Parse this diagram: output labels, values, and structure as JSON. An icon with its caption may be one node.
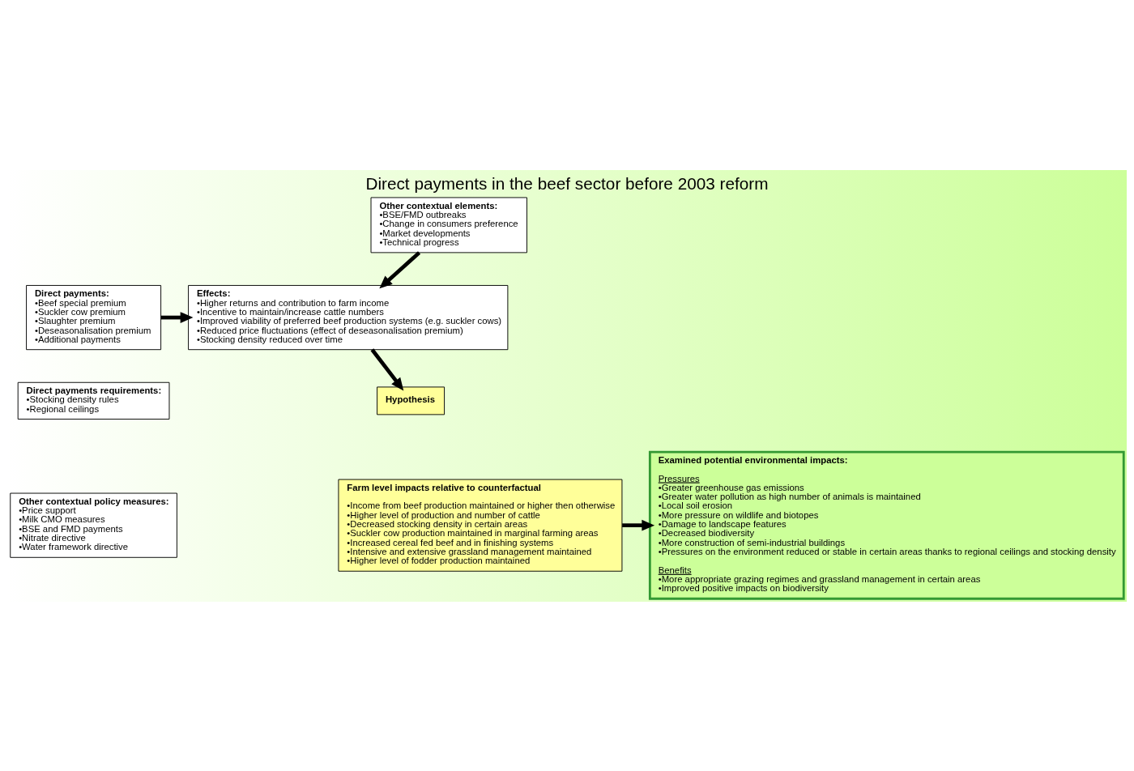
{
  "diagram": {
    "title": "Direct payments in the beef sector before 2003 reform",
    "nodes": [
      {
        "text": [
          "Direct payments:",
          "•Beef special premium",
          "•Suckler cow premium",
          "•Slaughter premium",
          "•Deseasonalisation premium",
          "•Additional payments"
        ]
      },
      {
        "text": [
          "Direct payments requirements:",
          "•Stocking density rules",
          "•Regional ceilings"
        ]
      },
      {
        "text": [
          "Other contextual policy measures:",
          "•Price support",
          "•Milk CMO measures",
          "•BSE and FMD payments",
          "•Nitrate directive",
          "•Water framework directive"
        ]
      },
      {
        "text": [
          "Other contextual elements:",
          "•BSE/FMD outbreaks",
          "•Change in consumers preference",
          "•Market developments",
          "•Technical progress"
        ]
      },
      {
        "text": [
          "Effects:",
          "•Higher returns and contribution to farm income",
          "•Incentive to maintain/increase cattle numbers",
          "•Improved viability of preferred beef production systems (e.g. suckler cows)",
          "•Reduced price fluctuations (effect of deseasonalisation premium)",
          "•Stocking density reduced over time"
        ]
      },
      {
        "text": [
          "Hypothesis"
        ]
      },
      {
        "text": [
          "Farm level impacts relative to counterfactual",
          "•Income from beef production maintained or higher then otherwise",
          "•Higher level of production and number of cattle",
          "•Decreased stocking density in certain areas",
          "•Suckler cow production maintained in marginal farming areas",
          "•Increased cereal fed beef and in finishing systems",
          "•Intensive and extensive grassland management maintained",
          "•Higher level of fodder production maintained"
        ]
      },
      {
        "text": [
          "Examined potential environmental impacts:",
          "Pressures",
          "•Greater greenhouse gas emissions",
          "•Greater water pollution as high number of animals is maintained",
          "•Local soil erosion",
          "•More pressure on wildlife and biotopes",
          "•Damage to landscape features",
          "•Decreased biodiversity",
          "•More construction of semi-industrial buildings",
          "•Pressures on the environment reduced or stable in certain areas thanks to regional ceilings and stocking density",
          "Benefits",
          "•More appropriate grazing regimes and grassland management in certain areas",
          "•Improved positive impacts on biodiversity"
        ]
      }
    ],
    "edges": [
      {
        "from": 0,
        "to": 4,
        "arrow": "to"
      },
      {
        "from": 3,
        "to": 4,
        "arrow": "to"
      },
      {
        "from": 4,
        "to": 5,
        "arrow": "to"
      },
      {
        "from": 6,
        "to": 7,
        "arrow": "to"
      }
    ]
  }
}
